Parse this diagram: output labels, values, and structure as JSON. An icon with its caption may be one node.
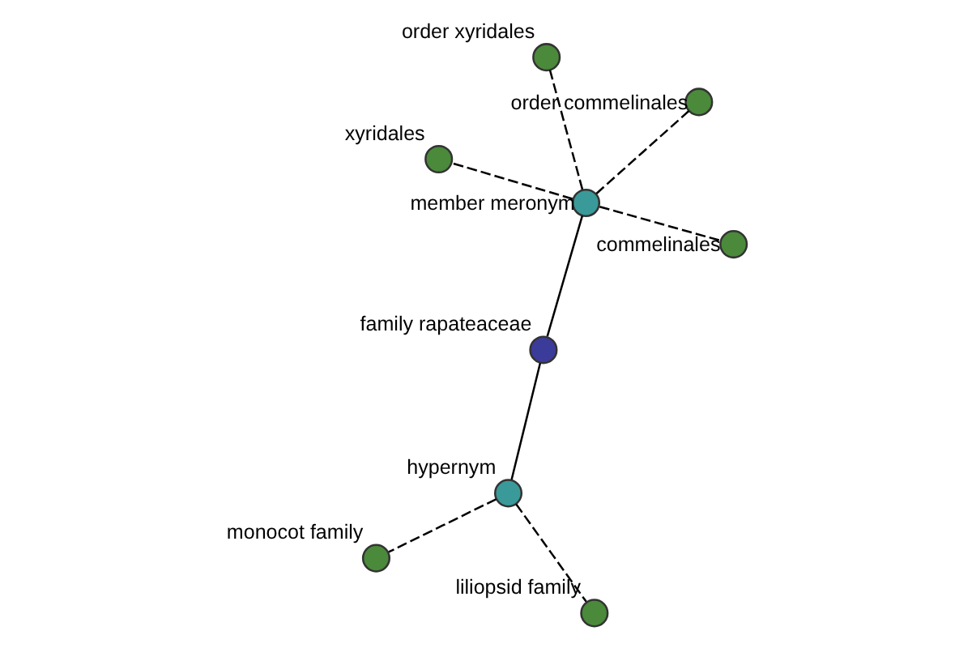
{
  "diagram": {
    "nodes": [
      {
        "text": [],
        "shape": "circle",
        "beside": [
          "family rapateaceae"
        ]
      },
      {
        "text": [],
        "shape": "circle",
        "beside": [
          "member meronym"
        ]
      },
      {
        "text": [],
        "shape": "circle",
        "beside": [
          "hypernym"
        ]
      },
      {
        "text": [],
        "shape": "circle",
        "beside": [
          "order xyridales"
        ]
      },
      {
        "text": [],
        "shape": "circle",
        "beside": [
          "order commelinales"
        ]
      },
      {
        "text": [],
        "shape": "circle",
        "beside": [
          "xyridales"
        ]
      },
      {
        "text": [],
        "shape": "circle",
        "beside": [
          "monocot family"
        ]
      },
      {
        "text": [],
        "shape": "circle",
        "beside": [
          "liliopsid family"
        ]
      },
      {
        "text": [],
        "shape": "circle",
        "beside": [
          "commelinales"
        ]
      }
    ],
    "edges": [
      {
        "from": 0,
        "to": 1,
        "arrow": "none"
      },
      {
        "from": 0,
        "to": 2,
        "arrow": "none"
      },
      {
        "from": 1,
        "to": 3,
        "arrow": "none",
        "style": "dashed"
      },
      {
        "from": 1,
        "to": 4,
        "arrow": "none",
        "style": "dashed"
      },
      {
        "from": 1,
        "to": 5,
        "arrow": "none",
        "style": "dashed"
      },
      {
        "from": 1,
        "to": 8,
        "arrow": "none",
        "style": "dashed"
      },
      {
        "from": 2,
        "to": 6,
        "arrow": "none",
        "style": "dashed"
      },
      {
        "from": 2,
        "to": 7,
        "arrow": "none",
        "style": "dashed"
      }
    ]
  }
}
